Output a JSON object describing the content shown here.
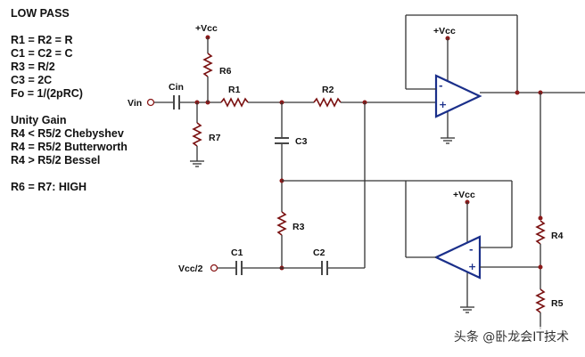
{
  "notes": {
    "title": "LOW PASS",
    "equations": [
      "R1 = R2 = R",
      "C1 = C2 = C",
      "R3 = R/2",
      "C3 = 2C",
      "Fo = 1/(2pRC)"
    ],
    "gain_title": "Unity Gain",
    "gain_lines": [
      "R4 < R5/2  Chebyshev",
      "R4 = R5/2  Butterworth",
      "R4 > R5/2  Bessel"
    ],
    "footer": "R6 = R7: HIGH"
  },
  "labels": {
    "vin": "Vin",
    "cin": "Cin",
    "r1": "R1",
    "r2": "R2",
    "r3": "R3",
    "r4": "R4",
    "r5": "R5",
    "r6": "R6",
    "r7": "R7",
    "c1": "C1",
    "c2": "C2",
    "c3": "C3",
    "vcc_bias": "+Vcc",
    "vcc_top_amp": "+Vcc",
    "vcc_bottom_amp": "+Vcc",
    "vcc_half": "Vcc/2",
    "plus": "+",
    "minus": "-"
  },
  "watermark": "头条 @卧龙会IT技术",
  "colors": {
    "opamp": "#1a2f8a",
    "resistor": "#7a1010",
    "wire": "#333333"
  }
}
